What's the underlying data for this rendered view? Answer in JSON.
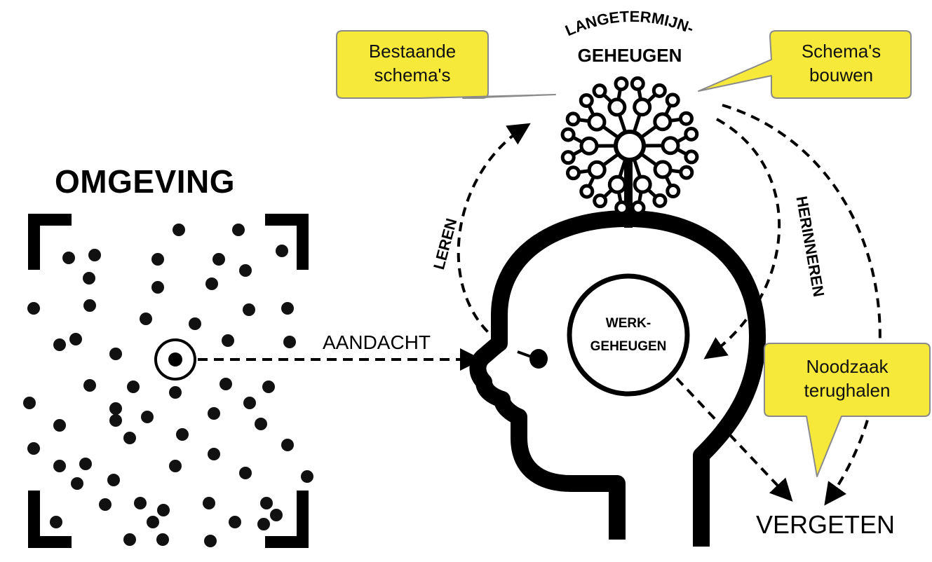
{
  "environment": {
    "label": "OMGEVING"
  },
  "attention": {
    "label": "AANDACHT"
  },
  "learning": {
    "label": "LEREN"
  },
  "remembering": {
    "label": "HERINNEREN"
  },
  "long_term_memory": {
    "line1": "LANGETERMIJN-",
    "line2": "GEHEUGEN"
  },
  "working_memory": {
    "line1": "WERK-",
    "line2": "GEHEUGEN"
  },
  "forgetting": {
    "label": "VERGETEN"
  },
  "callouts": {
    "existing_schemas": {
      "line1": "Bestaande",
      "line2": "schema's"
    },
    "building_schemas": {
      "line1": "Schema's",
      "line2": "bouwen"
    },
    "retrieval_need": {
      "line1": "Noodzaak",
      "line2": "terughalen"
    }
  },
  "colors": {
    "callout_fill": "#f6e93a",
    "callout_stroke": "#8a8a8a",
    "ink": "#000000"
  }
}
